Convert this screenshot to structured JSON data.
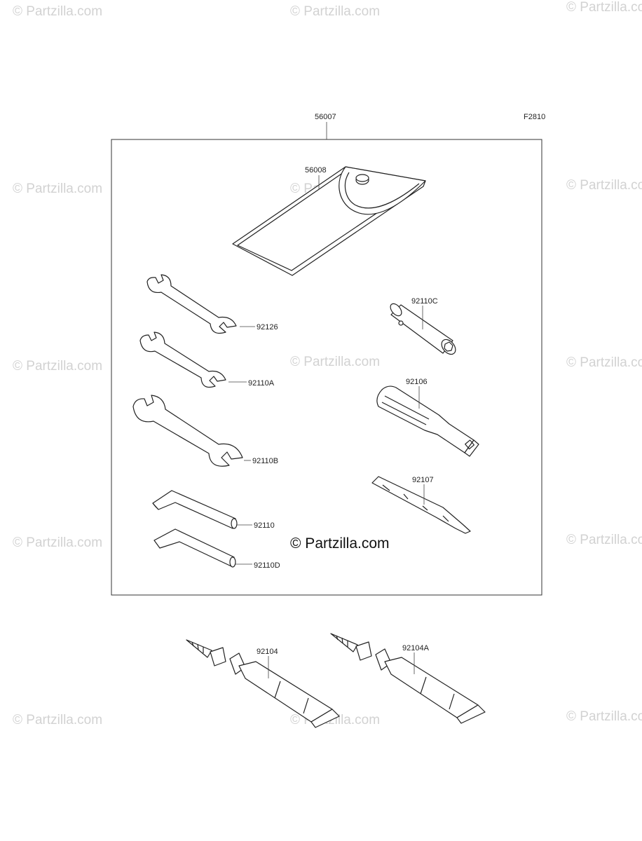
{
  "figure_code": "F2810",
  "kit_label": "56007",
  "watermark": "© Partzilla.com",
  "center_watermark": "© Partzilla.com",
  "parts": {
    "p56008": "56008",
    "p92126": "92126",
    "p92110A": "92110A",
    "p92110B": "92110B",
    "p92110": "92110",
    "p92110D": "92110D",
    "p92110C": "92110C",
    "p92106": "92106",
    "p92107": "92107",
    "p92104": "92104",
    "p92104A": "92104A"
  }
}
